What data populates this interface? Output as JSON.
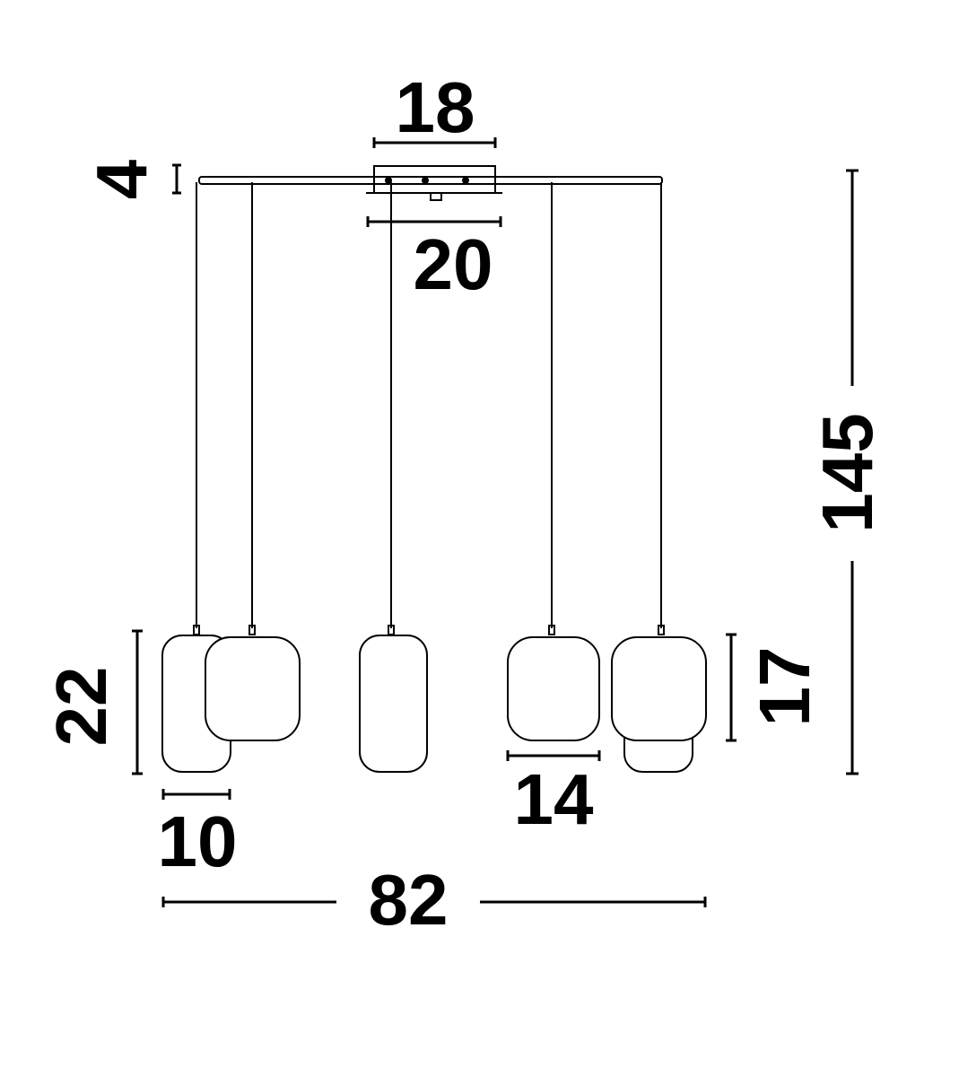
{
  "title": "Pendant lamp dimension drawing",
  "dimensions": {
    "canopy_width": "18",
    "canopy_height": "4",
    "plate_width": "20",
    "total_height": "145",
    "tall_shade_height": "22",
    "short_shade_height": "17",
    "tall_shade_width": "10",
    "short_shade_width": "14",
    "total_width": "82"
  }
}
